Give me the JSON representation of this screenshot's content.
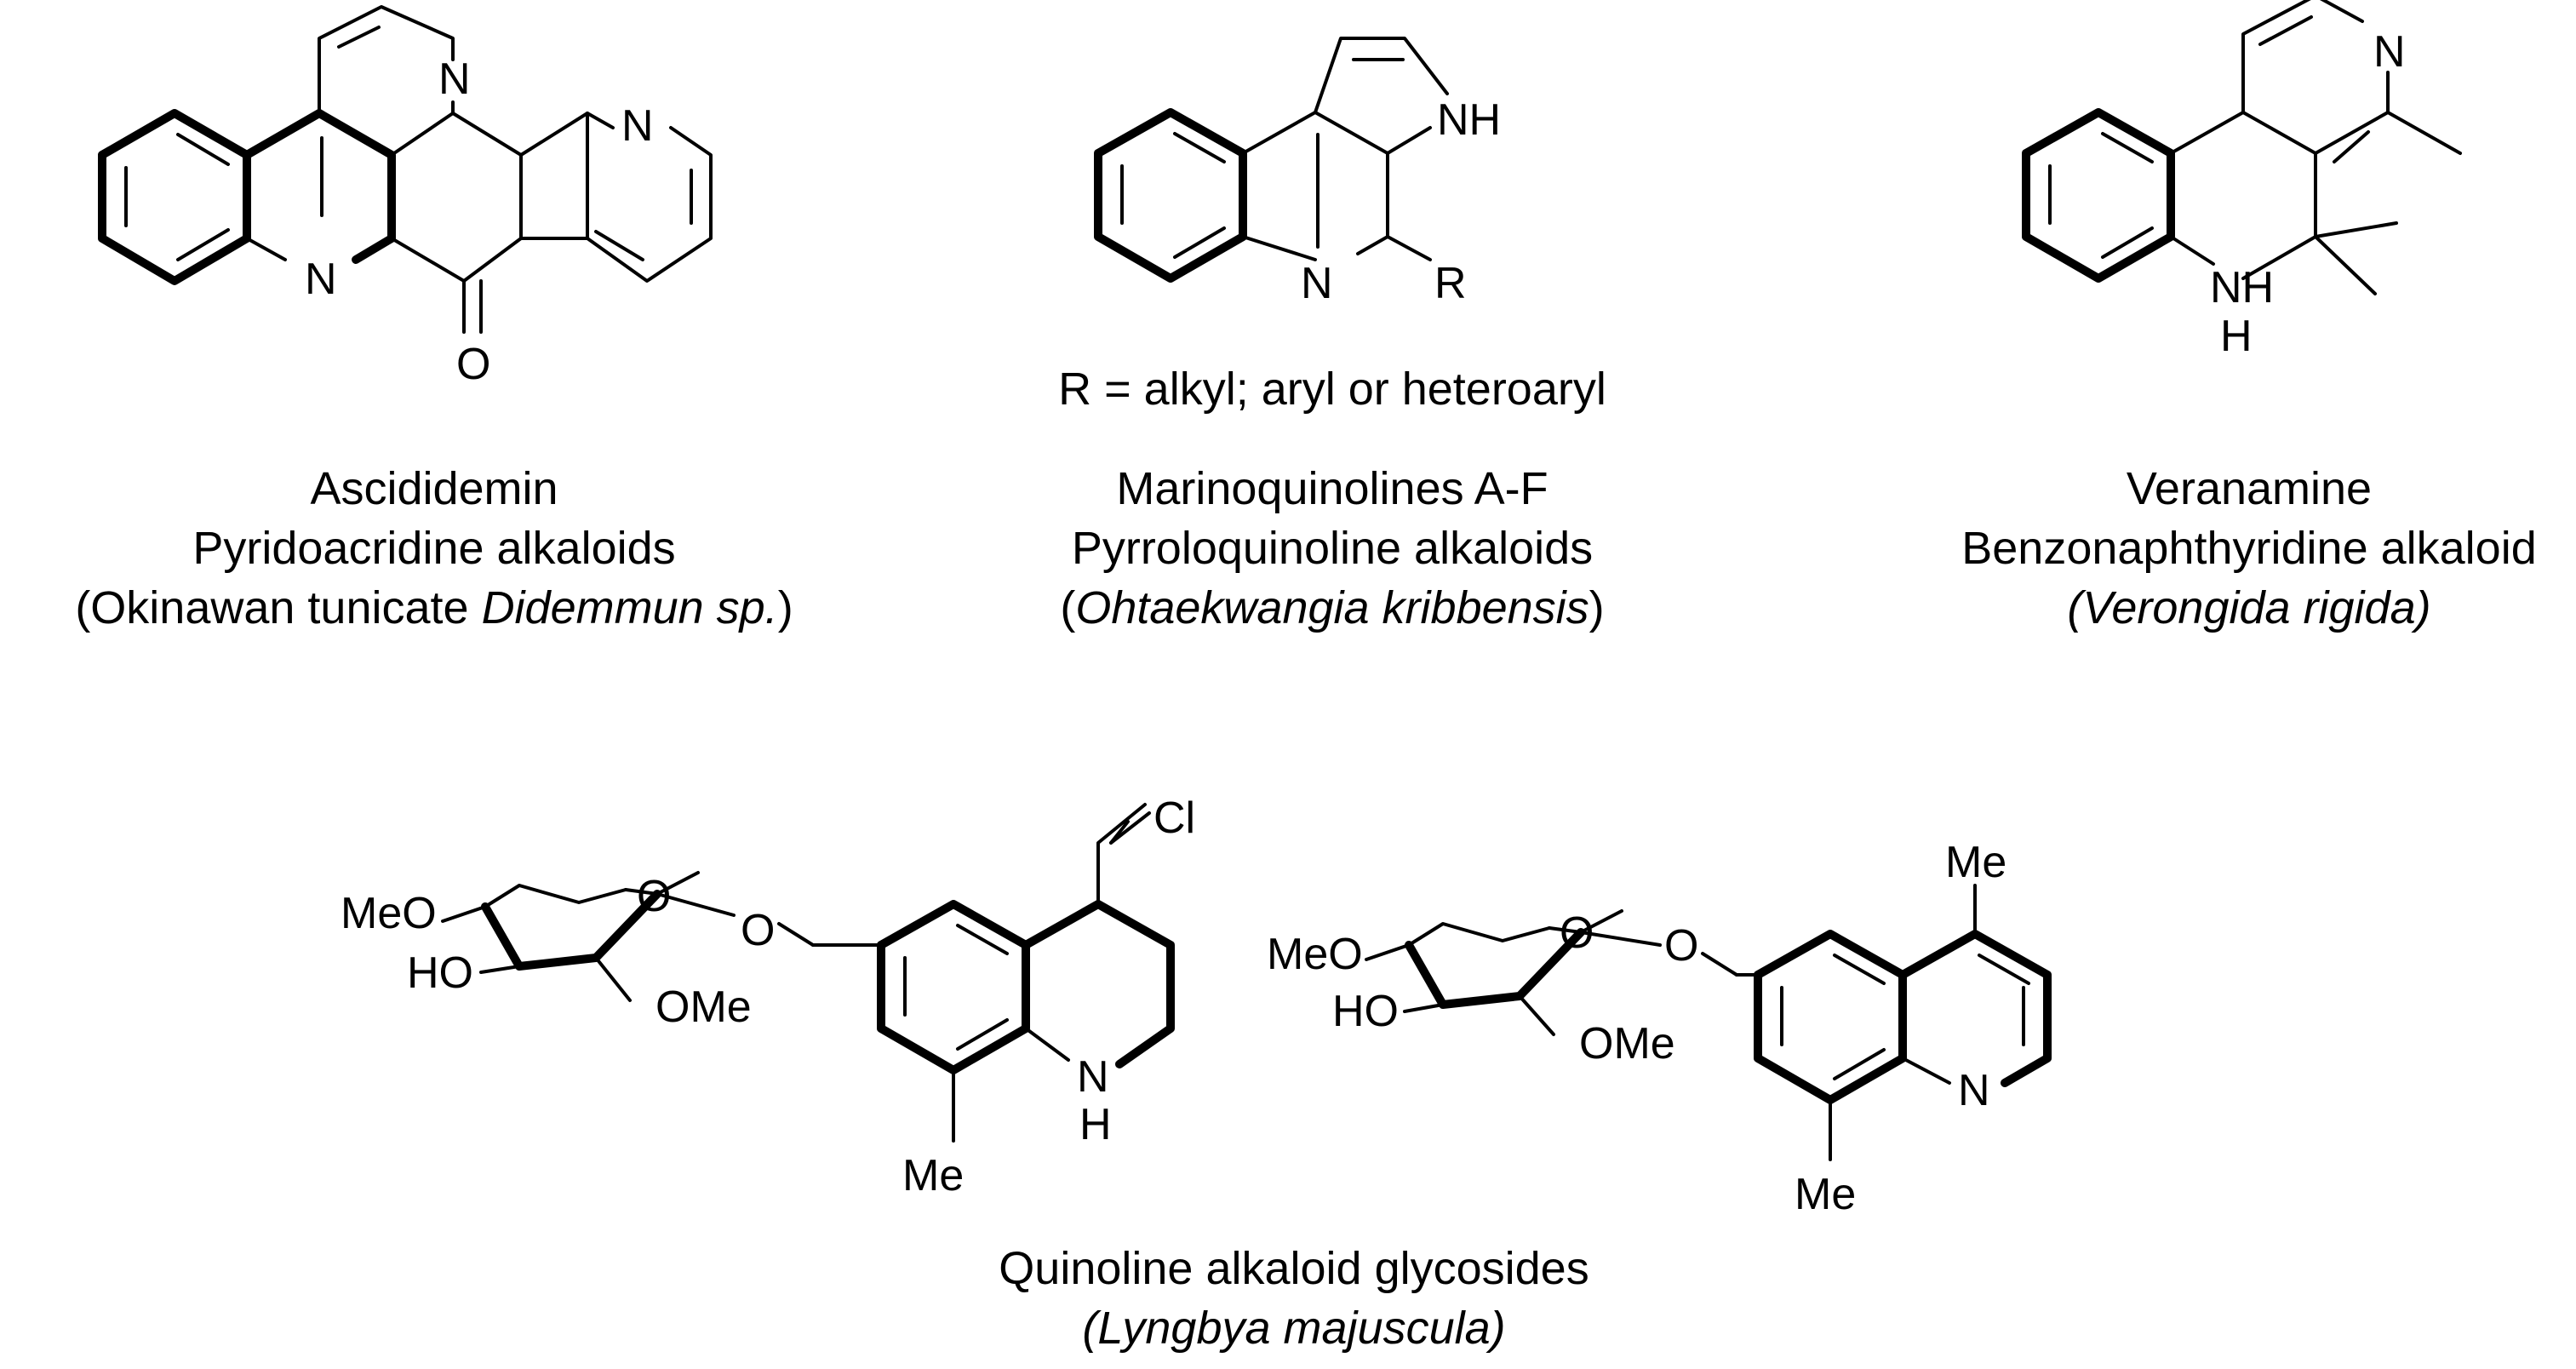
{
  "atoms": {
    "N": "N",
    "O": "O",
    "NH": "NH",
    "H": "H",
    "R": "R",
    "Cl": "Cl",
    "MeO": "MeO",
    "HO": "HO",
    "OMe": "OMe",
    "Me": "Me"
  },
  "compounds": {
    "ascididemin": {
      "name": "Ascididemin",
      "class": "Pyridoacridine alkaloids",
      "source_prefix": "(Okinawan tunicate ",
      "source_italic": "Didemmun sp.",
      "source_suffix": ")"
    },
    "marinoquinolines": {
      "note": "R = alkyl; aryl or heteroaryl",
      "name": "Marinoquinolines A-F",
      "class": "Pyrroloquinoline alkaloids",
      "source_prefix": "(",
      "source_italic": "Ohtaekwangia kribbensis",
      "source_suffix": ")"
    },
    "veranamine": {
      "name": "Veranamine",
      "class": "Benzonaphthyridine alkaloid",
      "source_italic": "(Verongida rigida)"
    },
    "glycosides": {
      "class": "Quinoline alkaloid glycosides",
      "source_italic": "(Lyngbya majuscula)"
    }
  }
}
